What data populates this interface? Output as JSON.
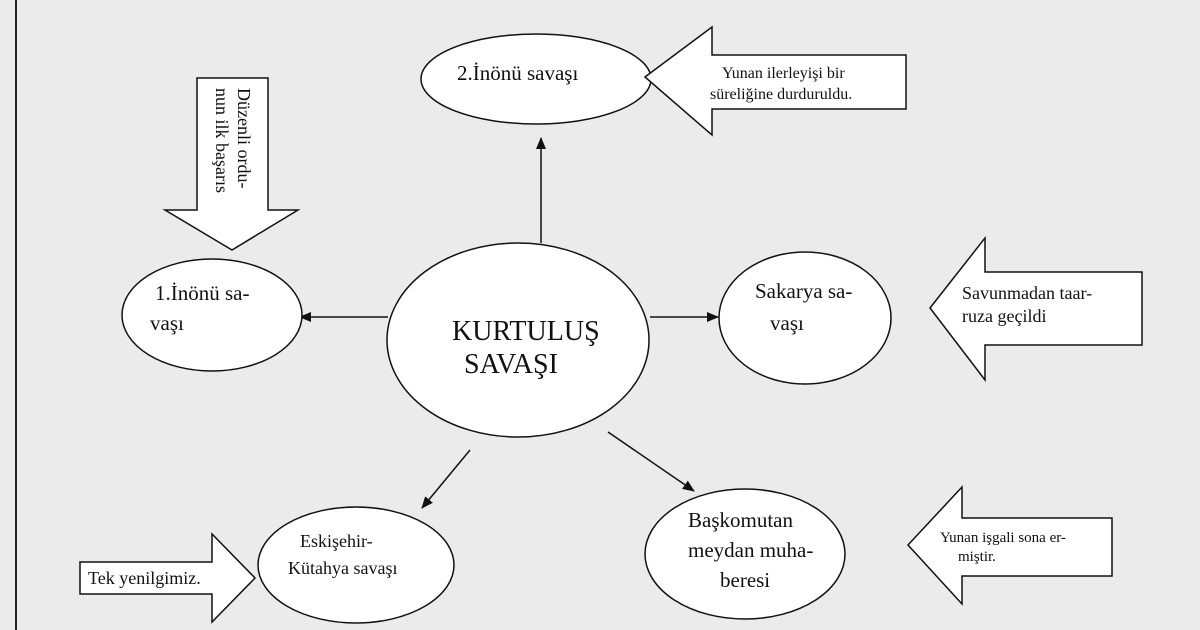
{
  "center": {
    "line1": "KURTULUŞ",
    "line2": "SAVAŞI"
  },
  "battles": {
    "inonu2": {
      "line1": "2.İnönü savaşı"
    },
    "inonu1": {
      "line1": "1.İnönü sa-",
      "line2": "vaşı"
    },
    "sakarya": {
      "line1": "Sakarya sa-",
      "line2": "vaşı"
    },
    "eskisehir": {
      "line1": "Eskişehir-",
      "line2": "Kütahya savaşı"
    },
    "baskomutan": {
      "line1": "Başkomutan",
      "line2": "meydan muha-",
      "line3": "beresi"
    }
  },
  "notes": {
    "inonu2": {
      "line1": "Yunan ilerleyişi bir",
      "line2": "süreliğine durduruldu."
    },
    "inonu1": {
      "line1": "Düzenli ordu-",
      "line2": "nun ilk başarıs"
    },
    "sakarya": {
      "line1": "Savunmadan taar-",
      "line2": "ruza geçildi"
    },
    "eskisehir": {
      "line1": "Tek yenilgimiz."
    },
    "baskomutan": {
      "line1": "Yunan işgali sona er-",
      "line2": "miştir."
    }
  },
  "colors": {
    "background": "#ebebeb",
    "shape_fill": "#ffffff",
    "stroke": "#111111"
  }
}
